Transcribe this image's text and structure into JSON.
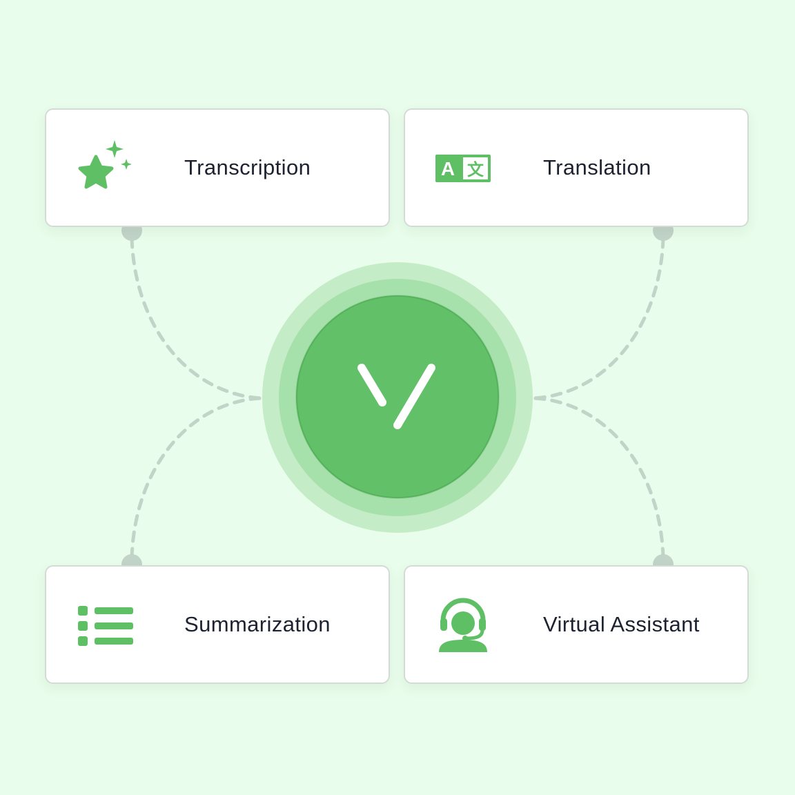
{
  "colors": {
    "background": "#e8fdeb",
    "accent": "#5fbf65",
    "card_border": "#d4dbd7",
    "connector": "#c2d3c8",
    "text": "#1c2230"
  },
  "hub": {
    "icon": "brand-logo-icon"
  },
  "cards": [
    {
      "label": "Transcription",
      "icon": "sparkle-star-icon"
    },
    {
      "label": "Translation",
      "icon": "translate-icon"
    },
    {
      "label": "Summarization",
      "icon": "list-icon"
    },
    {
      "label": "Virtual Assistant",
      "icon": "headset-agent-icon"
    }
  ]
}
